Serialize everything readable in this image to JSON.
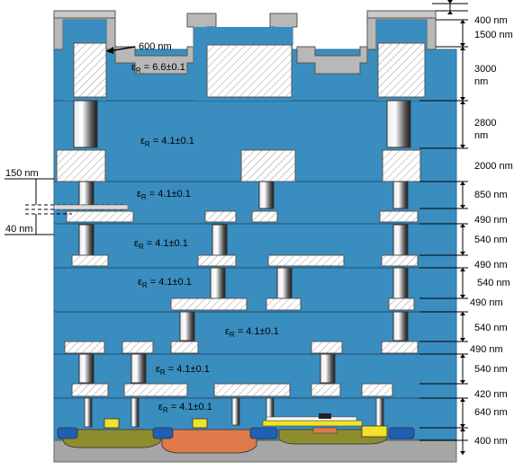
{
  "dimensions": {
    "top_pass": "400 nm",
    "pass_nitride": "1500 nm",
    "m7_dielectric": "3000 nm",
    "m7_dielectric_unit": "nm",
    "via_top": "2800 nm",
    "via_top_unit": "nm",
    "m6": "2000 nm",
    "v5": "850 nm",
    "m5": "490 nm",
    "v4": "540 nm",
    "m4": "490 nm",
    "v3": "540 nm",
    "m3": "490 nm",
    "v2": "540 nm",
    "m2": "490 nm",
    "v1": "540 nm",
    "m1": "420 nm",
    "contact": "640 nm",
    "poly": "400 nm"
  },
  "callouts": {
    "liner": "600 nm",
    "etch_stop_thick": "150 nm",
    "etch_stop_thin": "40 nm"
  },
  "dielectrics": {
    "top": "εR = 6.6±0.1",
    "l6": "εR = 4.1±0.1",
    "l5": "εR = 4.1±0.1",
    "l4": "εR = 4.1±0.1",
    "l3": "εR = 4.1±0.1",
    "l2": "εR = 4.1±0.1",
    "l1": "εR = 4.1±0.1",
    "l0": "εR = 4.1±0.1"
  },
  "colors": {
    "dielectric": "#3a8dbf",
    "passivation": "#b8b8b8",
    "metal_fill": "#ffffff",
    "well_olive": "#8d8d2e",
    "well_orange": "#e07a4a",
    "substrate_gray": "#9a9a9a",
    "contact_blue": "#1f5fb5",
    "contact_yellow": "#f3e12b"
  }
}
